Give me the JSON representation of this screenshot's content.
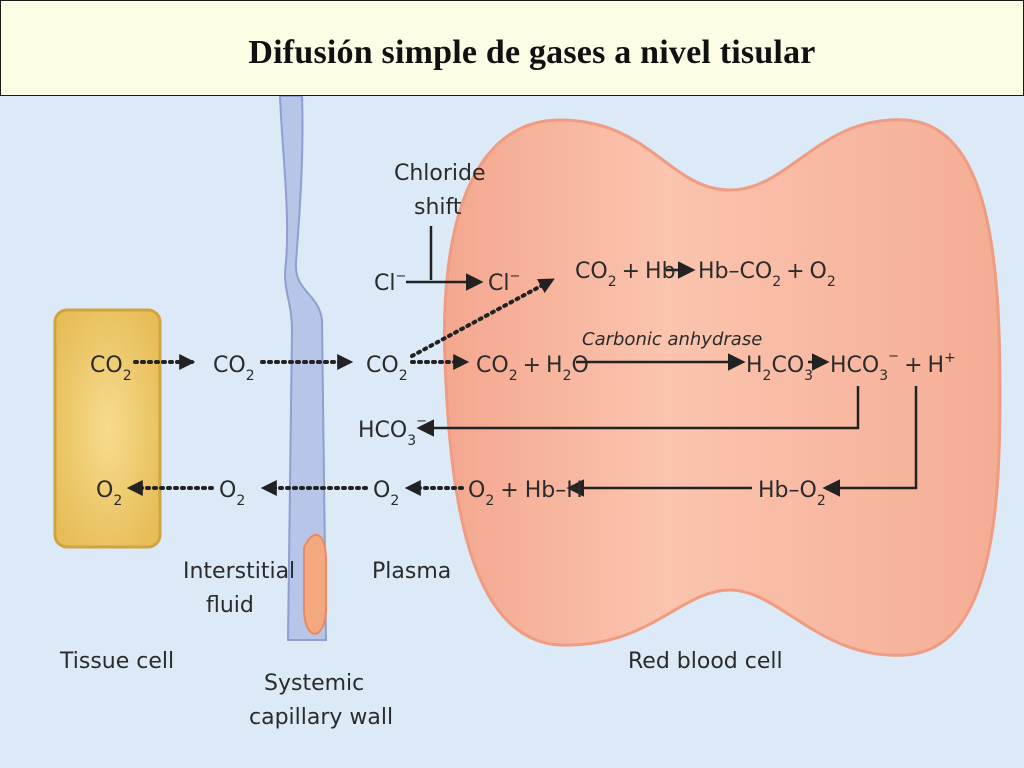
{
  "title": "Difusión simple de gases a nivel tisular",
  "colors": {
    "background": "#dbeaf6",
    "tissue_cell": "#f0cd6e",
    "tissue_cell_border": "#d0a440",
    "red_blood_cell": "#f7b39c",
    "capillary_wall": "#b5c3e6",
    "arrow": "#222222"
  },
  "labels": {
    "chloride_shift_line1": "Chloride",
    "chloride_shift_line2": "shift",
    "tissue_cell": "Tissue cell",
    "interstitial_fluid_line1": "Interstitial",
    "interstitial_fluid_line2": "fluid",
    "plasma": "Plasma",
    "systemic_capillary_line1": "Systemic",
    "systemic_capillary_line2": "capillary wall",
    "red_blood_cell": "Red blood cell",
    "carbonic_anhydrase": "Carbonic anhydrase"
  },
  "species": {
    "co2": "CO",
    "o2": "O",
    "cl": "Cl",
    "hco3": "HCO",
    "hb": "Hb",
    "h2o_h": "H",
    "h2co3_h": "H",
    "h2co3_co": "CO",
    "h": "H",
    "sub_2": "2",
    "sub_3": "3",
    "sup_minus": "−",
    "sup_plus": "+",
    "plus": "+",
    "hb_co2": "Hb–CO",
    "hb_h": "Hb–H",
    "hb_o2": "Hb–O",
    "h2o_o": "O"
  }
}
